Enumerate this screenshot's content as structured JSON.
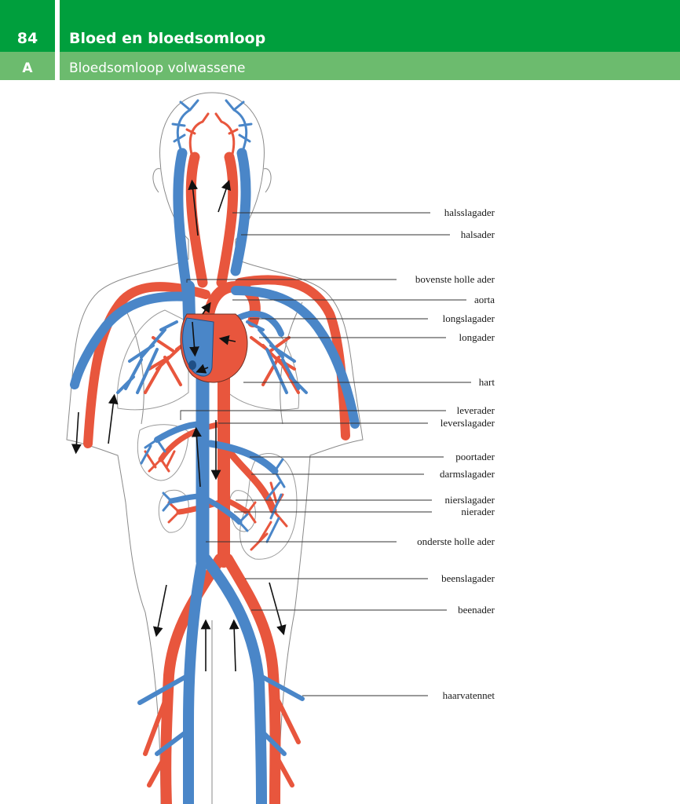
{
  "header": {
    "page_number": "84",
    "chapter_title": "Bloed en bloedsomloop",
    "section_letter": "A",
    "section_title": "Bloedsomloop volwassene"
  },
  "colors": {
    "header_green": "#009f3d",
    "subheader_green": "#6cbb6e",
    "artery_red": "#e8563d",
    "vein_blue": "#4a86c8"
  },
  "labels": {
    "halsslagader": "halsslagader",
    "halsader": "halsader",
    "bovenste_holle_ader": "bovenste holle ader",
    "aorta": "aorta",
    "longslagader": "longslagader",
    "longader": "longader",
    "hart": "hart",
    "leverader": "leverader",
    "leverslagader": "leverslagader",
    "poortader": "poortader",
    "darmslagader": "darmslagader",
    "nierslagader": "nierslagader",
    "nierader": "nierader",
    "onderste_holle_ader": "onderste holle ader",
    "beenslagader": "beenslagader",
    "beenader": "beenader",
    "haarvatennet": "haarvatennet"
  }
}
